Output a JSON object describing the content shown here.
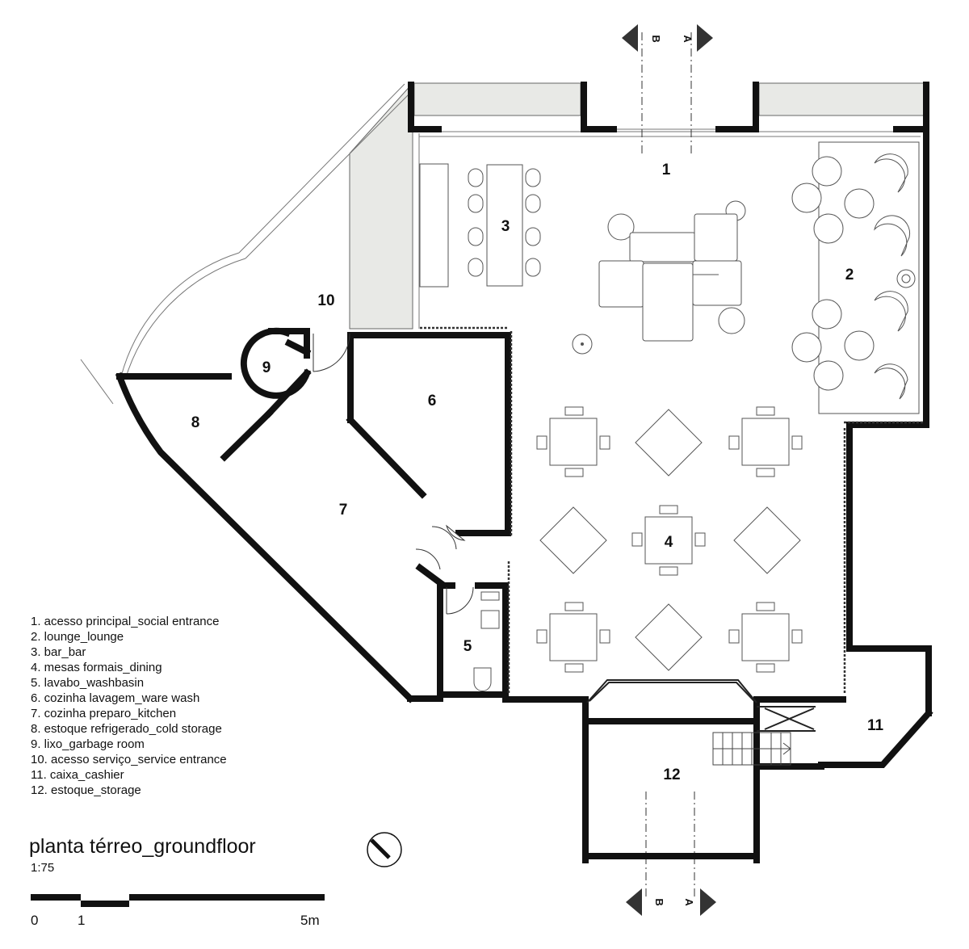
{
  "rooms": [
    {
      "number": "1",
      "name": "acesso principal_social entrance"
    },
    {
      "number": "2",
      "name": "lounge_lounge"
    },
    {
      "number": "3",
      "name": "bar_bar"
    },
    {
      "number": "4",
      "name": "mesas formais_dining"
    },
    {
      "number": "5",
      "name": "lavabo_washbasin"
    },
    {
      "number": "6",
      "name": "cozinha lavagem_ware wash"
    },
    {
      "number": "7",
      "name": "cozinha preparo_kitchen"
    },
    {
      "number": "8",
      "name": "estoque refrigerado_cold storage"
    },
    {
      "number": "9",
      "name": "lixo_garbage room"
    },
    {
      "number": "10",
      "name": "acesso serviço_service entrance"
    },
    {
      "number": "11",
      "name": "caixa_cashier"
    },
    {
      "number": "12",
      "name": "estoque_storage"
    }
  ],
  "legend": [
    "1. acesso principal_social entrance",
    "2. lounge_lounge",
    "3. bar_bar",
    "4. mesas formais_dining",
    "5. lavabo_washbasin",
    "6. cozinha lavagem_ware wash",
    "7. cozinha preparo_kitchen",
    "8. estoque refrigerado_cold storage",
    "9. lixo_garbage room",
    "10. acesso serviço_service entrance",
    "11. caixa_cashier",
    "12. estoque_storage"
  ],
  "title": "planta térreo_groundfloor",
  "scale": "1:75",
  "scale_bar": {
    "label_0": "0",
    "label_1": "1",
    "label_5": "5m"
  },
  "sections": {
    "a": "A",
    "b": "B"
  },
  "icons": [
    "north-arrow-icon",
    "section-marker-icon"
  ],
  "colors": {
    "wall": "#111111",
    "glazing_fill": "#e8e9e6",
    "furniture_line": "#555555"
  }
}
